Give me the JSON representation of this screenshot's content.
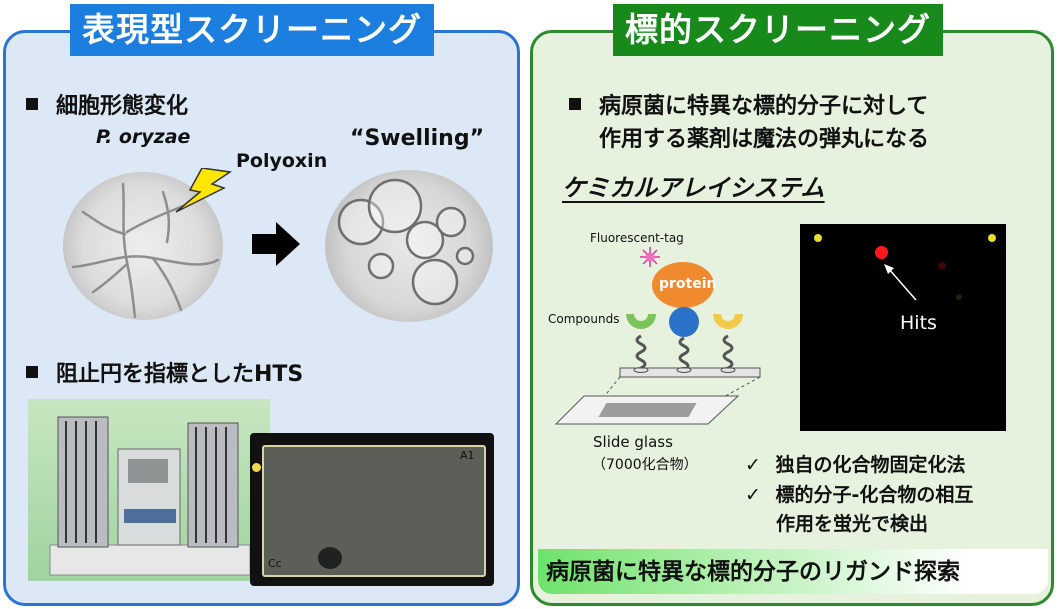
{
  "left": {
    "title": "表現型スクリーニング",
    "bullet1": "細胞形態変化",
    "organism": "P. oryzae",
    "drug": "Polyoxin",
    "result": "“Swelling”",
    "bullet2": "阻止円を指標としたHTS",
    "plate_mark_tr": "A1",
    "plate_mark_bl": "Cc"
  },
  "right": {
    "title": "標的スクリーニング",
    "bullet1_line1": "病原菌に特異な標的分子に対して",
    "bullet1_line2": "作用する薬剤は魔法の弾丸になる",
    "system_title": "ケミカルアレイシステム",
    "fluor_tag": "Fluorescent-tag",
    "protein": "protein",
    "compounds": "Compounds",
    "slide_glass": "Slide glass",
    "compound_count": "（7000化合物）",
    "hits": "Hits",
    "check1": "独自の化合物固定化法",
    "check2_line1": "標的分子-化合物の相互",
    "check2_line2": "作用を蛍光で検出",
    "checkmark": "✓",
    "bottom": "病原菌に特異な標的分子のリガンド探索"
  },
  "colors": {
    "left_border": "#2b74d6",
    "right_border": "#2f8a2f",
    "left_title_bg": "#1c7fe0",
    "right_title_bg": "#188a1c",
    "protein": "#ef8a2f",
    "compound_green": "#7cc35a",
    "compound_blue": "#2a73c8",
    "compound_yellow": "#f3c94d"
  },
  "icons": [
    "lightning-icon",
    "right-arrow-icon",
    "star-tag-icon"
  ]
}
